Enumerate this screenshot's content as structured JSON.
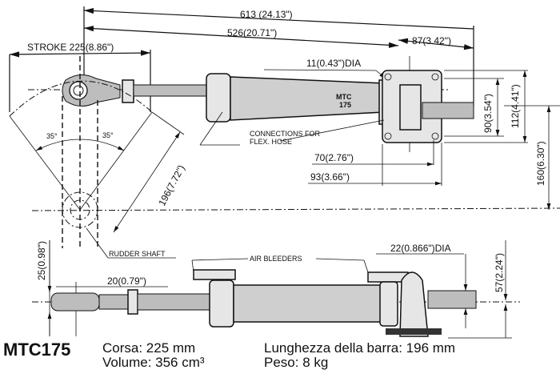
{
  "dimensions": {
    "overall_length": "613 (24.13\")",
    "body_length": "526(20.71\")",
    "stroke": "STROKE 225(8.86\")",
    "block_offset": "87(3.42\")",
    "mount_hole": "11(0.43\")DIA",
    "block_height_inner": "90(3.54\")",
    "block_height_outer": "112(4.41\")",
    "centerline_offset": "160(6.30\")",
    "block_width_inner": "70(2.76\")",
    "block_width_outer": "93(3.66\")",
    "angle_left": "35°",
    "angle_right": "35°",
    "tiller_length": "196(7.72\")",
    "eye_height": "25(0.98\")",
    "eye_width": "20(0.79\")",
    "rod_dia": "22(0.866\")DIA",
    "total_height": "57(2.24\")"
  },
  "labels": {
    "body_mark_1": "MTC",
    "body_mark_2": "175",
    "connections_1": "CONNECTIONS FOR",
    "connections_2": "FLEX. HOSE",
    "rudder_shaft": "RUDDER SHAFT",
    "air_bleeders": "AIR BLEEDERS"
  },
  "specs": {
    "model": "MTC175",
    "stroke": "Corsa: 225 mm",
    "volume": "Volume: 356 cm³",
    "tiller": "Lunghezza della barra: 196 mm",
    "weight": "Peso: 8 kg"
  }
}
